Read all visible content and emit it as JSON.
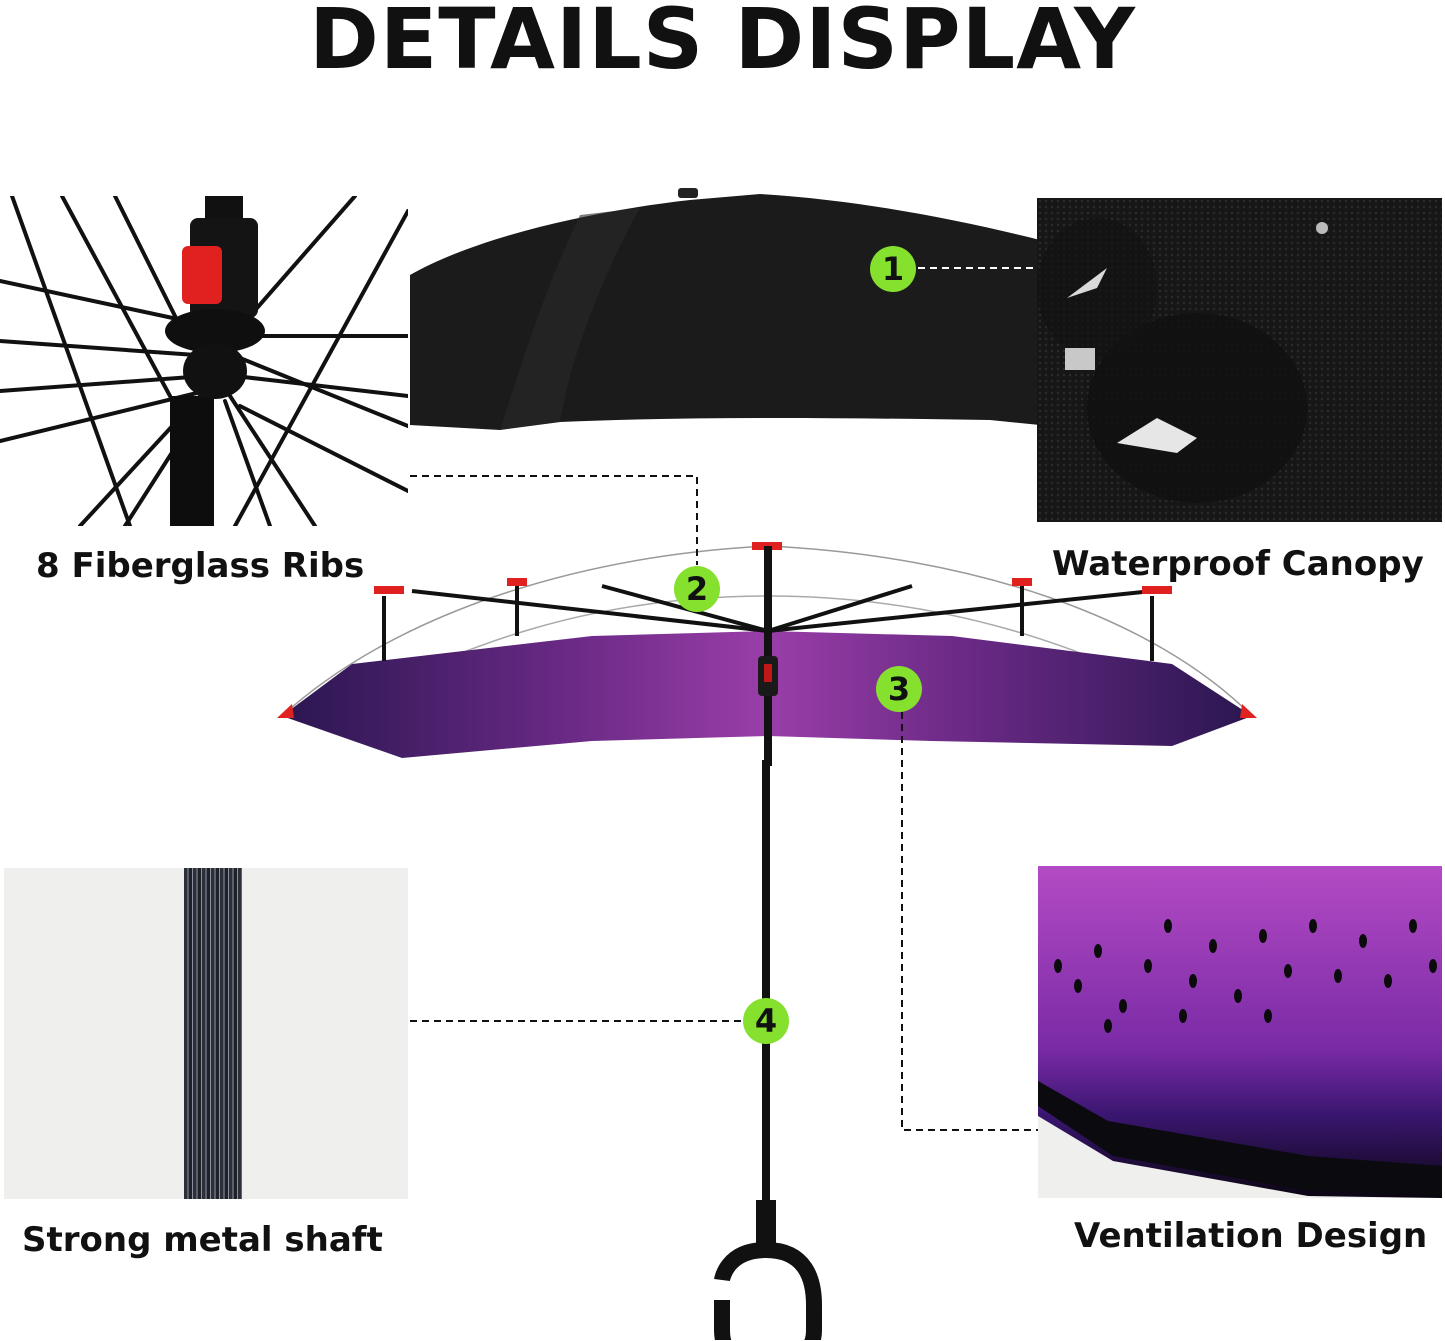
{
  "title": "DETAILS DISPLAY",
  "colors": {
    "badge": "#86e02e",
    "text": "#111111",
    "canopy_outer": "#1a1a1a",
    "canopy_inner": "#7a2a8a",
    "accent_red": "#e0211f",
    "shaft_bg": "#efefed"
  },
  "features": [
    {
      "number": "1",
      "label": "Waterproof Canopy",
      "image": "fabric-water-droplet-closeup"
    },
    {
      "number": "2",
      "label": "8 Fiberglass Ribs",
      "image": "rib-frame-hub-closeup"
    },
    {
      "number": "3",
      "label": "Ventilation Design",
      "image": "purple-flower-canopy-vents"
    },
    {
      "number": "4",
      "label": "Strong metal shaft",
      "image": "metal-shaft-closeup"
    }
  ],
  "center_image": {
    "top": "closed-black-umbrella-exterior",
    "middle": "inverted-umbrella-purple-flower-interior",
    "bottom": "c-shaped-handle"
  }
}
